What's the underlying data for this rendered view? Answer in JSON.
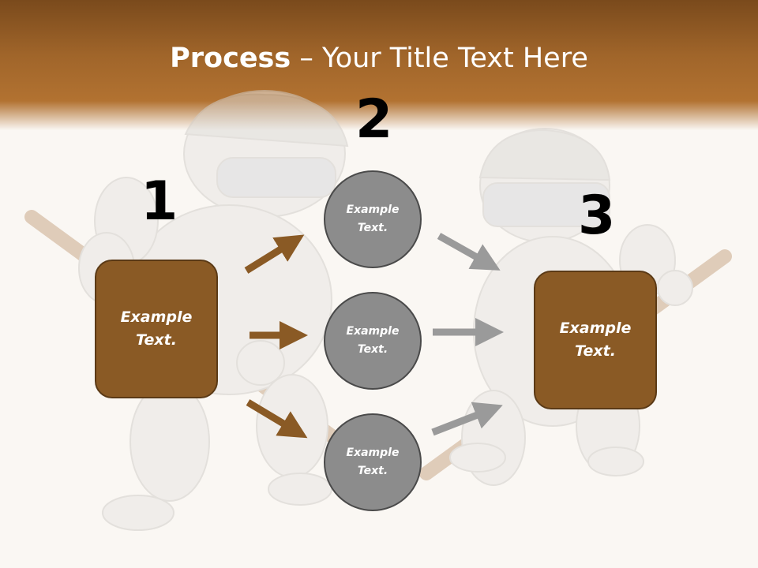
{
  "slide": {
    "title_bold": "Process",
    "title_rest": " – Your Title Text Here"
  },
  "steps": {
    "one": {
      "number": "1",
      "box_text": "Example Text."
    },
    "two": {
      "number": "2",
      "circles": [
        "Example Text.",
        "Example Text.",
        "Example Text."
      ]
    },
    "three": {
      "number": "3",
      "box_text": "Example Text."
    }
  },
  "colors": {
    "brown_accent": "#8a5a25",
    "brown_arrow": "#8a5a25",
    "gray_circle": "#8c8c8c",
    "gray_arrow": "#9a9a9a"
  },
  "background_image": "two faded hockey player figures with sticks"
}
